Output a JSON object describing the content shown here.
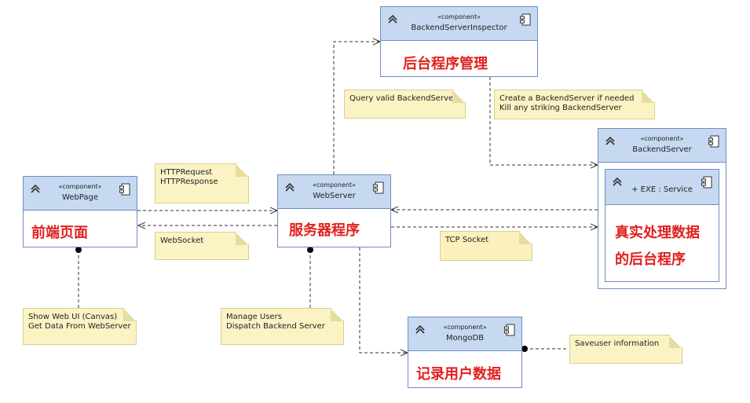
{
  "components": {
    "webpage": {
      "stereotype": "«component»",
      "name": "WebPage",
      "label_cn": "前端页面"
    },
    "webserver": {
      "stereotype": "«component»",
      "name": "WebServer",
      "label_cn": "服务器程序"
    },
    "inspector": {
      "stereotype": "«component»",
      "name": "BackendServerInspector",
      "label_cn": "后台程序管理"
    },
    "backendserver": {
      "stereotype": "«component»",
      "name": "BackendServer",
      "part": {
        "name": "+ EXE : Service",
        "label_cn_line1": "真实处理数据",
        "label_cn_line2": "的后台程序"
      }
    },
    "mongodb": {
      "stereotype": "«component»",
      "name": "MongoDB",
      "label_cn": "记录用户数据"
    }
  },
  "notes": {
    "http": {
      "lines": [
        "HTTPRequest",
        "HTTPResponse"
      ]
    },
    "websocket": {
      "lines": [
        "WebSocket"
      ]
    },
    "query": {
      "lines": [
        "Query valid BackendServer"
      ]
    },
    "create": {
      "lines": [
        "Create a BackendServer if needed",
        "Kill any striking BackendServer"
      ]
    },
    "tcp": {
      "lines": [
        "TCP Socket"
      ]
    },
    "webui": {
      "lines": [
        "Show Web UI (Canvas)",
        "Get Data From WebServer"
      ]
    },
    "manage": {
      "lines": [
        "Manage Users",
        "Dispatch Backend Server"
      ]
    },
    "save": {
      "lines": [
        "Saveuser information"
      ]
    }
  },
  "colors": {
    "component_header": "#c6d9f1",
    "component_border": "#6d8ebf",
    "note_fill": "#fbf3c4",
    "cn_label": "#e0201e",
    "tcp_note_fill": "#fbf1bd"
  }
}
